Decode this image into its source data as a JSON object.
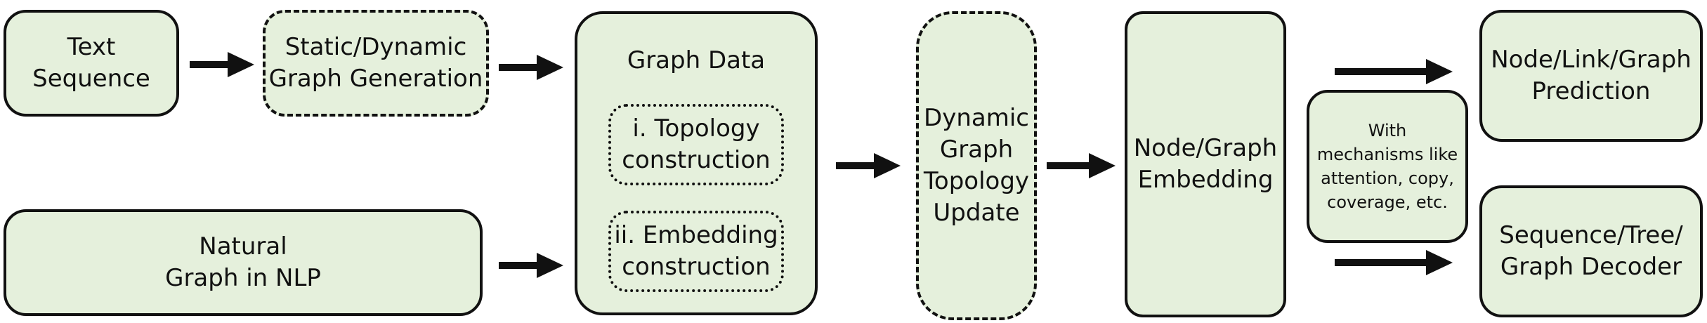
{
  "boxes": {
    "text_sequence": "Text\nSequence",
    "graph_generation": "Static/Dynamic\nGraph Generation",
    "natural_graph": "Natural\nGraph in NLP",
    "graph_data_title": "Graph Data",
    "topology_construction": "i. Topology\nconstruction",
    "embedding_construction": "ii. Embedding\nconstruction",
    "dynamic_topology_update": "Dynamic\nGraph\nTopology\nUpdate",
    "node_graph_embedding": "Node/Graph\nEmbedding",
    "mechanisms": "With\nmechanisms like\nattention, copy,\ncoverage, etc.",
    "prediction": "Node/Link/Graph\nPrediction",
    "decoder": "Sequence/Tree/\nGraph Decoder"
  },
  "colors": {
    "box_fill": "#e5f0dc",
    "stroke": "#111111"
  }
}
